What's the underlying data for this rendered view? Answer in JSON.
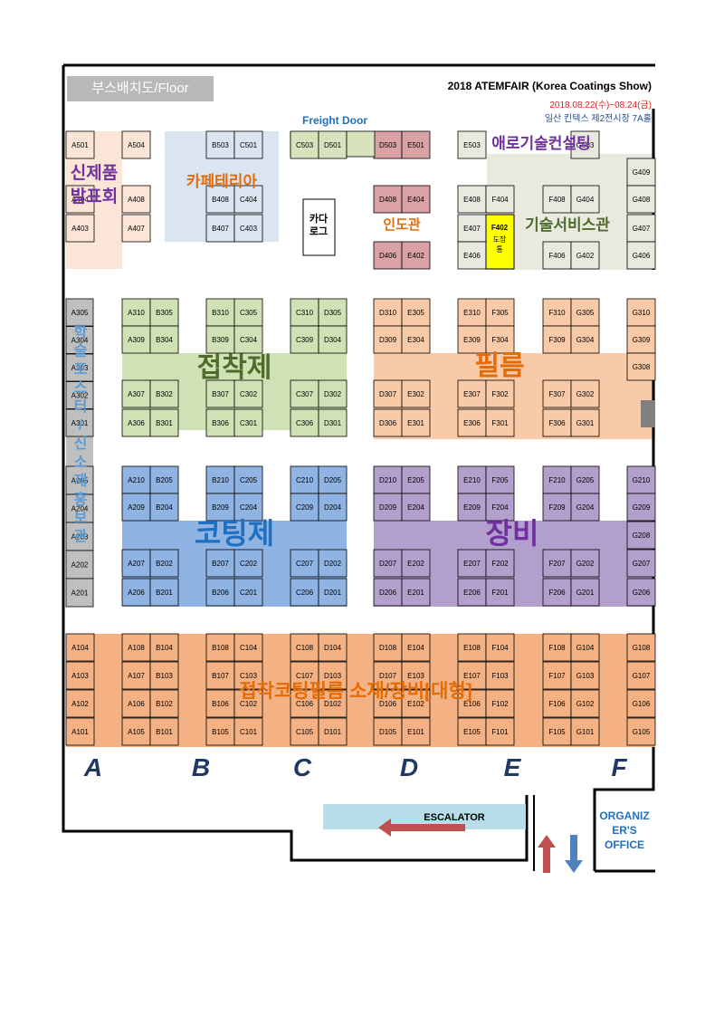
{
  "header": {
    "title": "2018 ATEMFAIR (Korea Coatings Show)",
    "date": "2018.08.22(수)~08.24(금)",
    "venue": "일산 킨텍스 제2전시장 7A홀"
  },
  "floor_tab": "부스배치도/Floor",
  "freight_door": "Freight Door",
  "zones": {
    "new_product": "신제품\n발표회",
    "cafe": "카페테리아",
    "card_lounge": "카다\n로그",
    "india": "인도관",
    "aero": "애로기술컨설팅",
    "tech_service": "기술서비스관",
    "adhesive": "접착제",
    "film": "필름",
    "coating": "코팅제",
    "equipment": "장비",
    "poster": "학술포스터/신소재홍보관",
    "large": "접착코팅필름 소재/장비[대형]"
  },
  "stamp_booth": {
    "code": "F402",
    "label": "도장\n통"
  },
  "row_letters": [
    "A",
    "B",
    "C",
    "D",
    "E",
    "F"
  ],
  "escalator": "ESCALATOR",
  "organizer": "ORGANIZ\nER'S\nOFFICE",
  "booths": [
    "A501",
    "A504",
    "B503",
    "C501",
    "C503",
    "D501",
    "D503",
    "E501",
    "E503",
    "G503",
    "A404",
    "A408",
    "A403",
    "A407",
    "B408",
    "C404",
    "B407",
    "C403",
    "D408",
    "E404",
    "D406",
    "E402",
    "E408",
    "F404",
    "E407",
    "E406",
    "F408",
    "G404",
    "F406",
    "G402",
    "G409",
    "G408",
    "G407",
    "G406",
    "A310",
    "B305",
    "A309",
    "B304",
    "B310",
    "C305",
    "B309",
    "C304",
    "C310",
    "D305",
    "C309",
    "D304",
    "D310",
    "E305",
    "D309",
    "E304",
    "E310",
    "F305",
    "E309",
    "F304",
    "F310",
    "G305",
    "F309",
    "G304",
    "G310",
    "G309",
    "G308",
    "A305",
    "A304",
    "A303",
    "A302",
    "A301",
    "A307",
    "B302",
    "A306",
    "B301",
    "B307",
    "C302",
    "B306",
    "C301",
    "C307",
    "D302",
    "C306",
    "D301",
    "D307",
    "E302",
    "D306",
    "E301",
    "E307",
    "F302",
    "E306",
    "F301",
    "F307",
    "G302",
    "F306",
    "G301",
    "A210",
    "B205",
    "A209",
    "B204",
    "B210",
    "C205",
    "B209",
    "C204",
    "C210",
    "D205",
    "C209",
    "D204",
    "D210",
    "E205",
    "D209",
    "E204",
    "E210",
    "F205",
    "E209",
    "F204",
    "F210",
    "G205",
    "F209",
    "G204",
    "G210",
    "G209",
    "G208",
    "A205",
    "A204",
    "A203",
    "A202",
    "A201",
    "A207",
    "B202",
    "A206",
    "B201",
    "B207",
    "C202",
    "B206",
    "C201",
    "C207",
    "D202",
    "C206",
    "D201",
    "D207",
    "E202",
    "D206",
    "E201",
    "E207",
    "F202",
    "E206",
    "F201",
    "F207",
    "G202",
    "F206",
    "G201",
    "G207",
    "G206",
    "A104",
    "A103",
    "A102",
    "A101",
    "A108",
    "B104",
    "A107",
    "B103",
    "A106",
    "B102",
    "A105",
    "B101",
    "B108",
    "C104",
    "B107",
    "C103",
    "B106",
    "C102",
    "B105",
    "C101",
    "C108",
    "D104",
    "C107",
    "D103",
    "C106",
    "D102",
    "C105",
    "D101",
    "D108",
    "E104",
    "D107",
    "E103",
    "D106",
    "E102",
    "D105",
    "E101",
    "E108",
    "F104",
    "E107",
    "F103",
    "E106",
    "F102",
    "E105",
    "F101",
    "F108",
    "G104",
    "F107",
    "G103",
    "F106",
    "G102",
    "F105",
    "G101",
    "G108",
    "G107",
    "G106",
    "G105"
  ],
  "colors": {
    "adhesive": "#cfe1b5",
    "film": "#f9caa7",
    "coating": "#8fb4e3",
    "equipment": "#b39fcb",
    "large": "#f4b183",
    "cafe": "#dbe5f1",
    "new_product": "#fbe5d6",
    "india": "#dba2a6",
    "tech": "#e9e9e0",
    "top_row": "#d6e3bc",
    "poster": "#bfbfbf",
    "stamp": "#ffff00",
    "zone_purple": "#7030a0",
    "zone_green": "#4e6d2c",
    "zone_orange": "#e36c09",
    "zone_blue": "#1f70c1",
    "zone_teal": "#5b9bd5",
    "letter_navy": "#1f3864",
    "arrow_red": "#c0504d",
    "arrow_blue": "#4f81bd",
    "escalator_bg": "#b7dee8"
  }
}
